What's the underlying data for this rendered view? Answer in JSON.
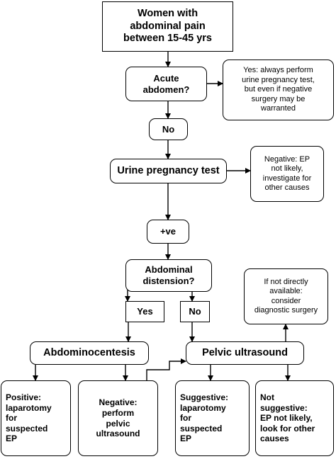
{
  "nodes": {
    "start": "Women with\nabdominal pain\nbetween 15-45 yrs",
    "acute": "Acute\nabdomen?",
    "acute_yes": "Yes: always perform\nurine pregnancy test,\nbut even if negative\nsurgery may be\nwarranted",
    "no1": "No",
    "upt": "Urine pregnancy test",
    "negative": "Negative: EP\nnot likely,\ninvestigate for\nother causes",
    "positive": "+ve",
    "distension": "Abdominal\ndistension?",
    "not_available": "If not directly\navailable:\nconsider\ndiagnostic surgery",
    "yes": "Yes",
    "no2": "No",
    "abdominocentesis": "Abdominocentesis",
    "pelvic_us": "Pelvic ultrasound",
    "pos_lap": "Positive:\nlaparotomy\nfor\nsuspected\nEP",
    "neg_us": "Negative:\nperform\npelvic\nultrasound",
    "sugg_lap": "Suggestive:\nlaparotomy\nfor\nsuspected\nEP",
    "not_sugg": "Not\nsuggestive:\nEP not likely,\nlook for other\ncauses"
  }
}
